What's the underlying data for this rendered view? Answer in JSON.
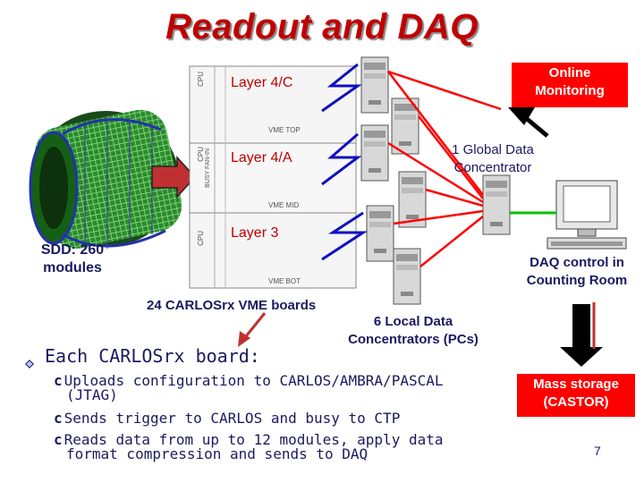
{
  "title": "Readout and DAQ",
  "detector": {
    "label_line1": "SDD: 260",
    "label_line2": "modules"
  },
  "crates": [
    {
      "label": "Layer 4/C",
      "panel_text": [
        "CPU",
        "VME TOP"
      ]
    },
    {
      "label": "Layer 4/A",
      "panel_text": [
        "CPU",
        "BUSY FAN-IN",
        "VME MID"
      ]
    },
    {
      "label": "Layer 3",
      "panel_text": [
        "CPU",
        "VME BOT"
      ]
    }
  ],
  "crates_caption": "24 CARLOSrx VME boards",
  "ldc_caption": {
    "line1": "6 Local Data",
    "line2": "Concentrators (PCs)"
  },
  "gdc_label": {
    "line1": "1 Global Data",
    "line2": "Concentrator"
  },
  "online_monitoring": {
    "line1": "Online",
    "line2": "Monitoring"
  },
  "daq_control": {
    "line1": "DAQ control in",
    "line2": "Counting Room"
  },
  "mass_storage": {
    "line1": "Mass storage",
    "line2": "(CASTOR)"
  },
  "bullet_title": "Each CARLOSrx board:",
  "bullets": [
    {
      "line1": "Uploads configuration to CARLOS/AMBRA/PASCAL",
      "line2": "(JTAG)"
    },
    {
      "line1": "Sends trigger to CARLOS and busy to CTP",
      "line2": ""
    },
    {
      "line1": "Reads data from up to 12 modules, apply data",
      "line2": "format compression and sends to DAQ"
    }
  ],
  "bullet_glyph": "c",
  "page_number": "7",
  "colors": {
    "title": "#c00000",
    "text": "#1a1a60",
    "red_links": "#ff0000",
    "blue_links": "#1010c0",
    "green_link": "#00c000",
    "label_red": "#c00000"
  }
}
